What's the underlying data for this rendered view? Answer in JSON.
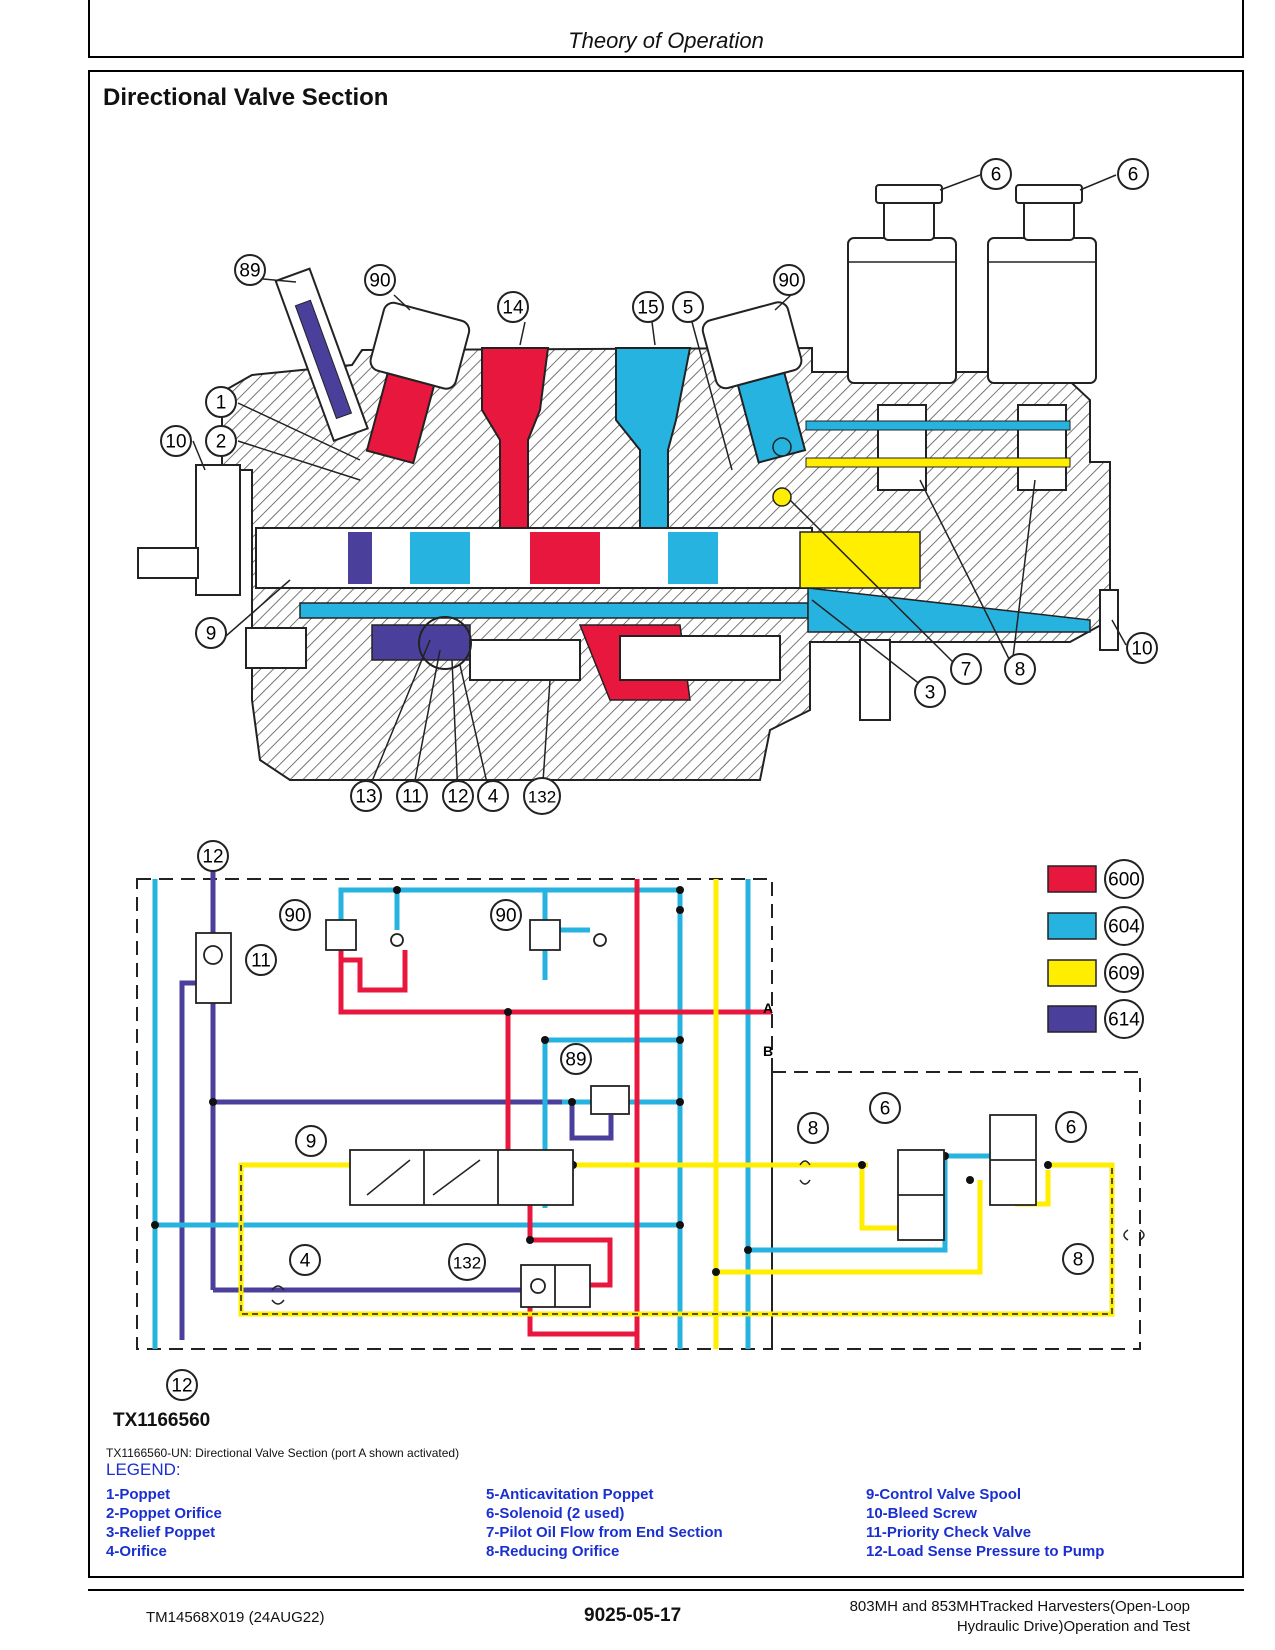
{
  "header": {
    "title": "Theory of Operation"
  },
  "section": {
    "title": "Directional Valve Section"
  },
  "figure": {
    "id": "TX1166560",
    "caption": "TX1166560-UN: Directional Valve Section (port A shown activated)",
    "ports": {
      "a": "A",
      "b": "B"
    },
    "colors": {
      "red": "#e8173d",
      "blue": "#26b3e0",
      "yellow": "#ffee00",
      "purple": "#4b3f9c"
    },
    "color_key": [
      {
        "code": "600",
        "color": "#e8173d"
      },
      {
        "code": "604",
        "color": "#26b3e0"
      },
      {
        "code": "609",
        "color": "#ffee00"
      },
      {
        "code": "614",
        "color": "#4b3f9c"
      }
    ],
    "callouts": {
      "c1": "1",
      "c2": "2",
      "c3": "3",
      "c4": "4",
      "c5": "5",
      "c6": "6",
      "c7": "7",
      "c8": "8",
      "c9": "9",
      "c10": "10",
      "c11": "11",
      "c12": "12",
      "c13": "13",
      "c14": "14",
      "c15": "15",
      "c89": "89",
      "c90": "90",
      "c132": "132"
    }
  },
  "legend": {
    "title": "LEGEND:",
    "col1": [
      "1-Poppet",
      "2-Poppet Orifice",
      "3-Relief Poppet",
      "4-Orifice"
    ],
    "col2": [
      "5-Anticavitation Poppet",
      "6-Solenoid (2 used)",
      "7-Pilot Oil Flow from End Section",
      "8-Reducing Orifice"
    ],
    "col3": [
      "9-Control Valve Spool",
      "10-Bleed Screw",
      "11-Priority Check Valve",
      "12-Load Sense Pressure to Pump"
    ]
  },
  "footer": {
    "doc_id": "TM14568X019 (24AUG22)",
    "page": "9025-05-17",
    "title_line1": "803MH and 853MHTracked Harvesters(Open-Loop",
    "title_line2": "Hydraulic Drive)Operation and Test"
  }
}
